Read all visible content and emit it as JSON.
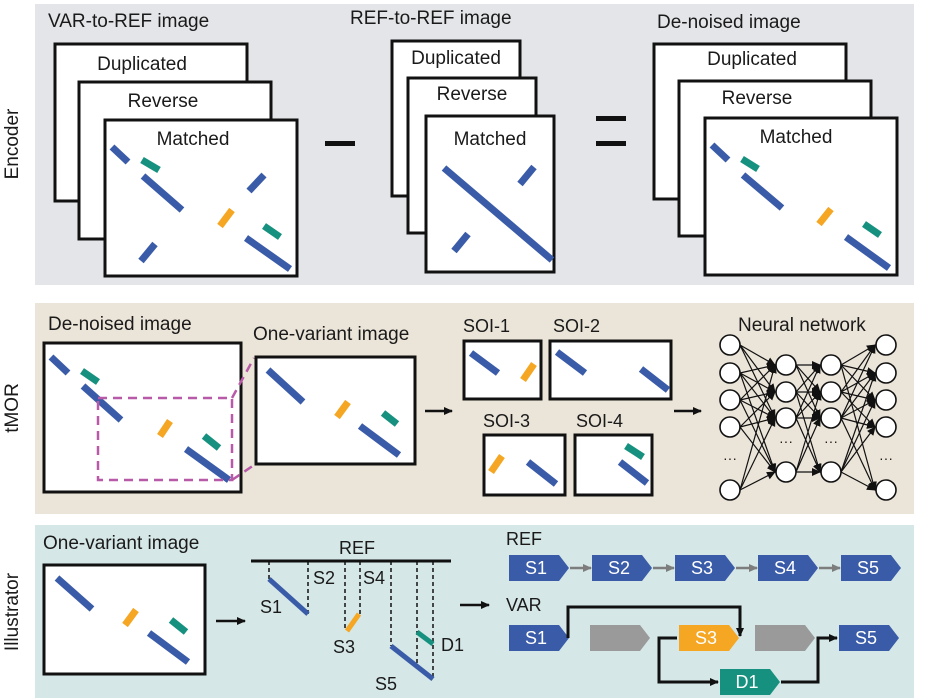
{
  "colors": {
    "encoder_bg": "#e4e5e8",
    "tmor_bg": "#ebe4d8",
    "illustrator_bg": "#d5e7e6",
    "blue": "#3a5ca8",
    "green": "#17917f",
    "orange": "#f5a623",
    "gray": "#9a9a9a",
    "magenta": "#b85aa8"
  },
  "encoder": {
    "side_label": "Encoder",
    "var_to_ref": {
      "title": "VAR-to-REF image",
      "layers": [
        "Duplicated",
        "Reverse",
        "Matched"
      ]
    },
    "operator_minus": "−",
    "ref_to_ref": {
      "title": "REF-to-REF image",
      "layers": [
        "Duplicated",
        "Reverse",
        "Matched"
      ]
    },
    "operator_equals": "=",
    "denoised": {
      "title": "De-noised image",
      "layers": [
        "Duplicated",
        "Reverse",
        "Matched"
      ]
    }
  },
  "tmor": {
    "side_label": "tMOR",
    "denoised_title": "De-noised image",
    "one_variant_title": "One-variant image",
    "soi": [
      "SOI-1",
      "SOI-2",
      "SOI-3",
      "SOI-4"
    ],
    "neural_network_title": "Neural network",
    "ellipsis": "···"
  },
  "illustrator": {
    "side_label": "Illustrator",
    "one_variant_title": "One-variant image",
    "ref_axis_label": "REF",
    "segment_labels": [
      "S1",
      "S2",
      "S3",
      "S4",
      "S5",
      "D1"
    ],
    "ref_row_label": "REF",
    "ref_row": [
      "S1",
      "S2",
      "S3",
      "S4",
      "S5"
    ],
    "var_row_label": "VAR",
    "var_row": [
      "S1",
      "",
      "S3",
      "",
      "S5"
    ],
    "var_insert": "D1"
  }
}
